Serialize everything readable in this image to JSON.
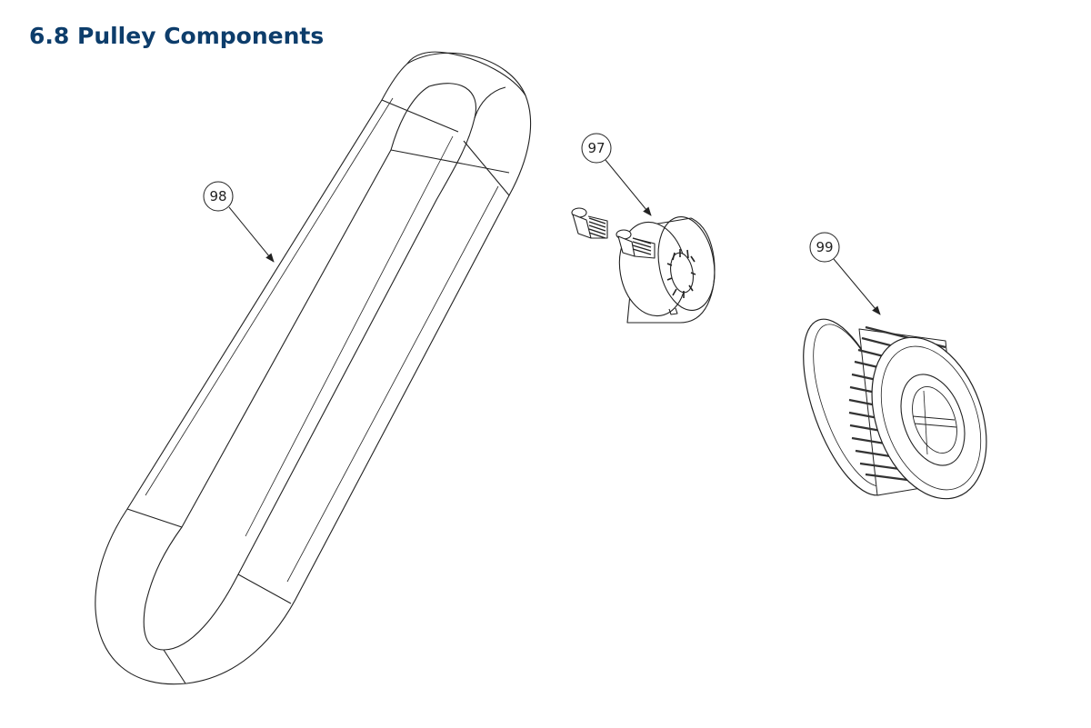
{
  "page": {
    "title": "6.8 Pulley Components",
    "title_color": "#0d3d6b"
  },
  "diagram": {
    "line_color": "#222222",
    "callouts": [
      {
        "id": "belt",
        "label": "98"
      },
      {
        "id": "bushing",
        "label": "97"
      },
      {
        "id": "pulley",
        "label": "99"
      }
    ]
  }
}
